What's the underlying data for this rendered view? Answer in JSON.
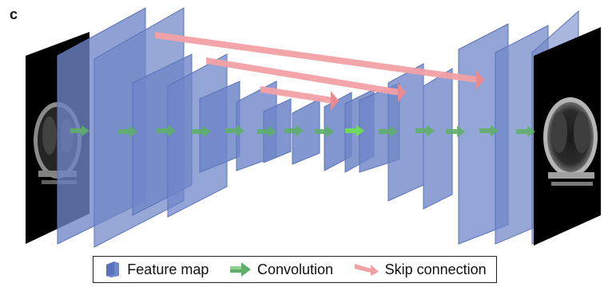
{
  "panel_label": "c",
  "colors": {
    "feature_map": "#6f86c8",
    "feature_map_edge": "#4d66b0",
    "convolution": "#5fae6a",
    "convolution_highlight": "#6fe04f",
    "skip_connection": "#f2a0a4",
    "scan_background": "#000000"
  },
  "legend": {
    "feature_map": {
      "label": "Feature map",
      "icon": "feature-map-cube-icon"
    },
    "convolution": {
      "label": "Convolution",
      "icon": "convolution-arrow-icon"
    },
    "skip_connection": {
      "label": "Skip connection",
      "icon": "skip-connection-arrow-icon"
    }
  },
  "diagram": {
    "input_image": "CT lung scan (input)",
    "output_image": "CT lung scan (output)",
    "encoder_levels": 4,
    "decoder_levels": 4,
    "skip_connections": 3
  }
}
